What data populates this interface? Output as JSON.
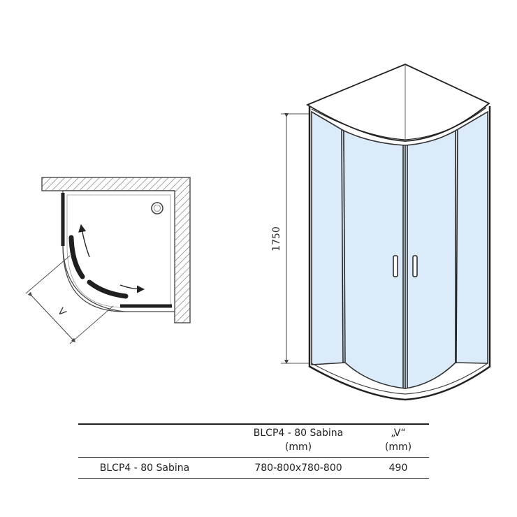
{
  "plan_view": {
    "dimension_label": "V"
  },
  "elevation_view": {
    "height_label": "1750"
  },
  "table": {
    "header": {
      "col2": [
        "BLCP4 - 80 Sabina",
        "(mm)"
      ],
      "col3": [
        "„V“",
        "(mm)"
      ]
    },
    "rows": [
      {
        "name": "BLCP4 - 80 Sabina",
        "size": "780-800x780-800",
        "v": "490"
      }
    ]
  },
  "colors": {
    "glass": "#dcebfa",
    "frame": "#2a2a2a",
    "hatch": "#777777"
  }
}
